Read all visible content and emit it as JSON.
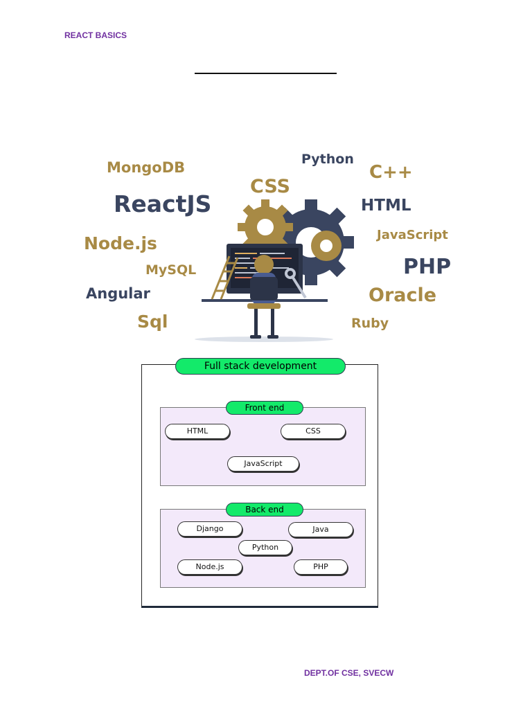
{
  "header": {
    "title": "REACT BASICS"
  },
  "footer": {
    "text": "DEPT.OF CSE, SVECW"
  },
  "illustration": {
    "words": [
      {
        "text": "MongoDB",
        "tone": "gold"
      },
      {
        "text": "Python",
        "tone": "navy"
      },
      {
        "text": "C++",
        "tone": "gold"
      },
      {
        "text": "CSS",
        "tone": "gold"
      },
      {
        "text": "ReactJS",
        "tone": "navy"
      },
      {
        "text": "HTML",
        "tone": "navy"
      },
      {
        "text": "JavaScript",
        "tone": "gold"
      },
      {
        "text": "Node.js",
        "tone": "gold"
      },
      {
        "text": "MySQL",
        "tone": "gold"
      },
      {
        "text": "PHP",
        "tone": "navy"
      },
      {
        "text": "Angular",
        "tone": "navy"
      },
      {
        "text": "Oracle",
        "tone": "gold"
      },
      {
        "text": "Sql",
        "tone": "gold"
      },
      {
        "text": "Ruby",
        "tone": "gold"
      }
    ],
    "colors": {
      "gold": "#a88a45",
      "navy": "#3a4560"
    }
  },
  "diagram": {
    "title": "Full stack development",
    "front": {
      "title": "Front end",
      "items": [
        "HTML",
        "CSS",
        "JavaScript"
      ]
    },
    "back": {
      "title": "Back end",
      "items": [
        "Django",
        "Java",
        "Python",
        "Node.js",
        "PHP"
      ]
    },
    "colors": {
      "pill": "#13ea6a",
      "section": "#f3e9fa"
    }
  }
}
